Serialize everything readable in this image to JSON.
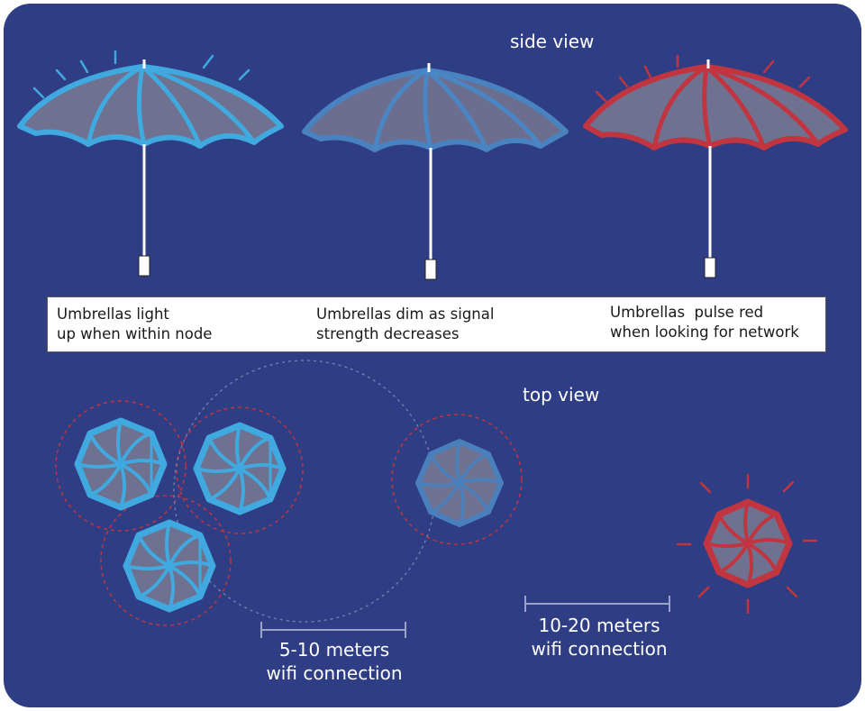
{
  "side_view": {
    "heading": "side view",
    "captions": [
      {
        "line1": "Umbrellas light",
        "line2": "up when within node"
      },
      {
        "line1": "Umbrellas dim as signal",
        "line2": "strength decreases"
      },
      {
        "line1": "Umbrellas  pulse red",
        "line2": "when looking for network"
      }
    ]
  },
  "top_view": {
    "heading": "top view"
  },
  "scales": [
    {
      "line1": "5-10 meters",
      "line2": "wifi connection"
    },
    {
      "line1": "10-20 meters",
      "line2": "wifi connection"
    }
  ],
  "colors": {
    "background": "#2f3d84",
    "lit_blue": "#3fa9e0",
    "dim_blue": "#4a7fbd",
    "red": "#c0353f",
    "canopy_fill": "#6f7190",
    "range_ring": "#c0353f",
    "scale_bar": "#9aa4c8"
  }
}
